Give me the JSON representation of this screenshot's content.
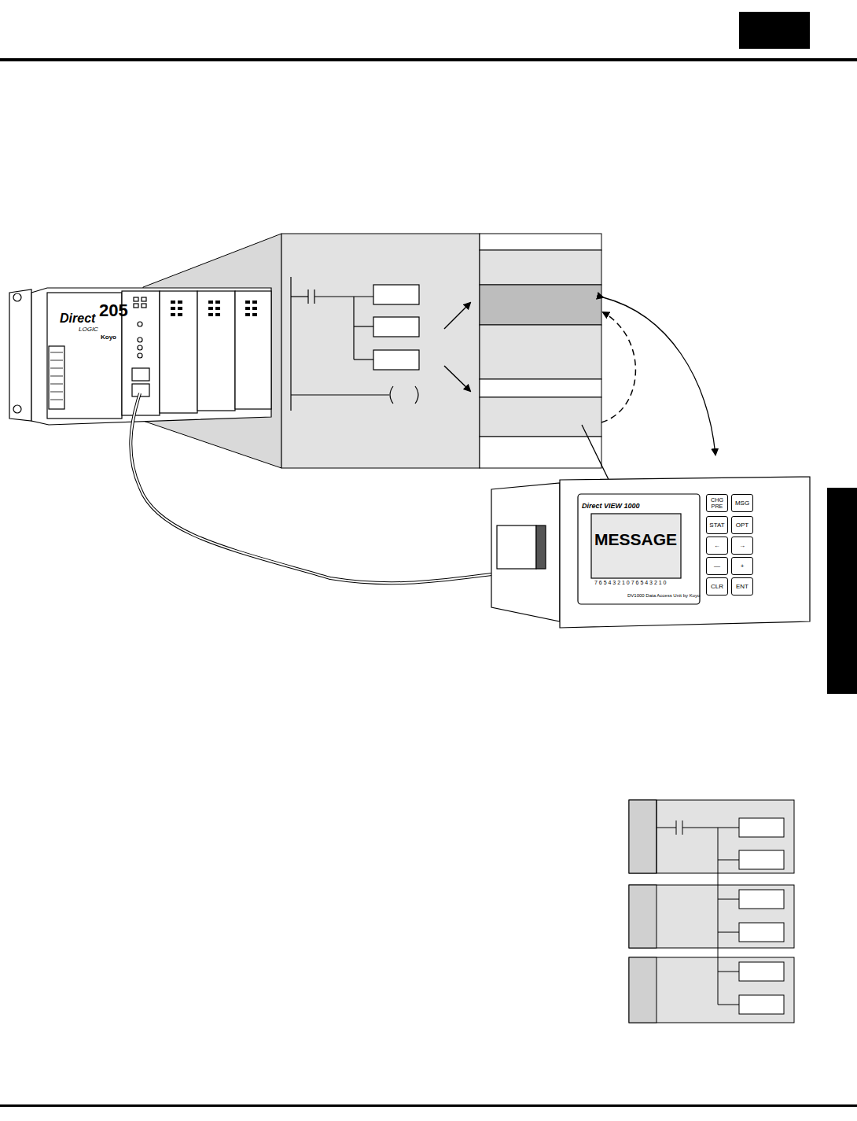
{
  "diagram": {
    "nodes": [
      {
        "text": [
          "Direct VIEW 1000",
          "DV1000 Data Access Unit by Koyo"
        ]
      },
      {
        "text": [
          "MESSAGE"
        ],
        "in": 0
      },
      {
        "text": [
          "CHG PRE"
        ],
        "in": 0
      },
      {
        "text": [
          "MSG"
        ],
        "in": 0
      },
      {
        "text": [
          "STAT"
        ],
        "in": 0
      },
      {
        "text": [
          "OPT"
        ],
        "in": 0
      },
      {
        "text": [
          "←"
        ],
        "in": 0
      },
      {
        "text": [
          "→"
        ],
        "in": 0
      },
      {
        "text": [
          "—"
        ],
        "in": 0
      },
      {
        "text": [
          "+"
        ],
        "in": 0
      },
      {
        "text": [
          "CLR"
        ],
        "in": 0
      },
      {
        "text": [
          "ENT"
        ],
        "in": 0
      }
    ],
    "labels": [
      "Direct",
      "205",
      "LOGIC",
      "Koyo",
      "7 6 5 4 3 2 1 0 7 6 5 4 3 2 1 0"
    ]
  }
}
